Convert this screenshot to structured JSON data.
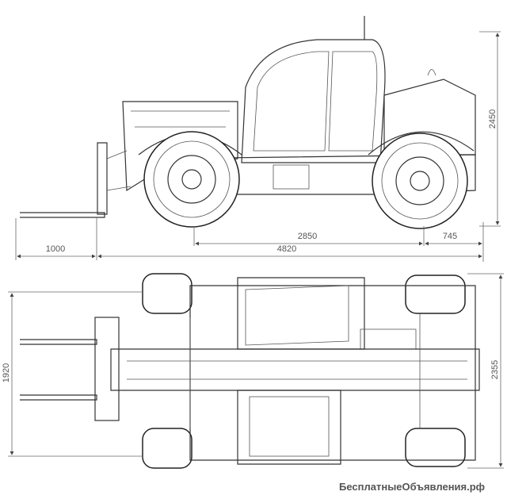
{
  "title": "Telehandler dimensional drawing",
  "dimensions": {
    "height": "2450",
    "wheelbase": "2850",
    "rear_overhang": "745",
    "fork_length": "1000",
    "overall_length": "4820",
    "track_width": "1920",
    "overall_width": "2355"
  },
  "watermark": "БесплатныеОбъявления.рф",
  "colors": {
    "line": "#333333",
    "dimension": "#666666"
  }
}
